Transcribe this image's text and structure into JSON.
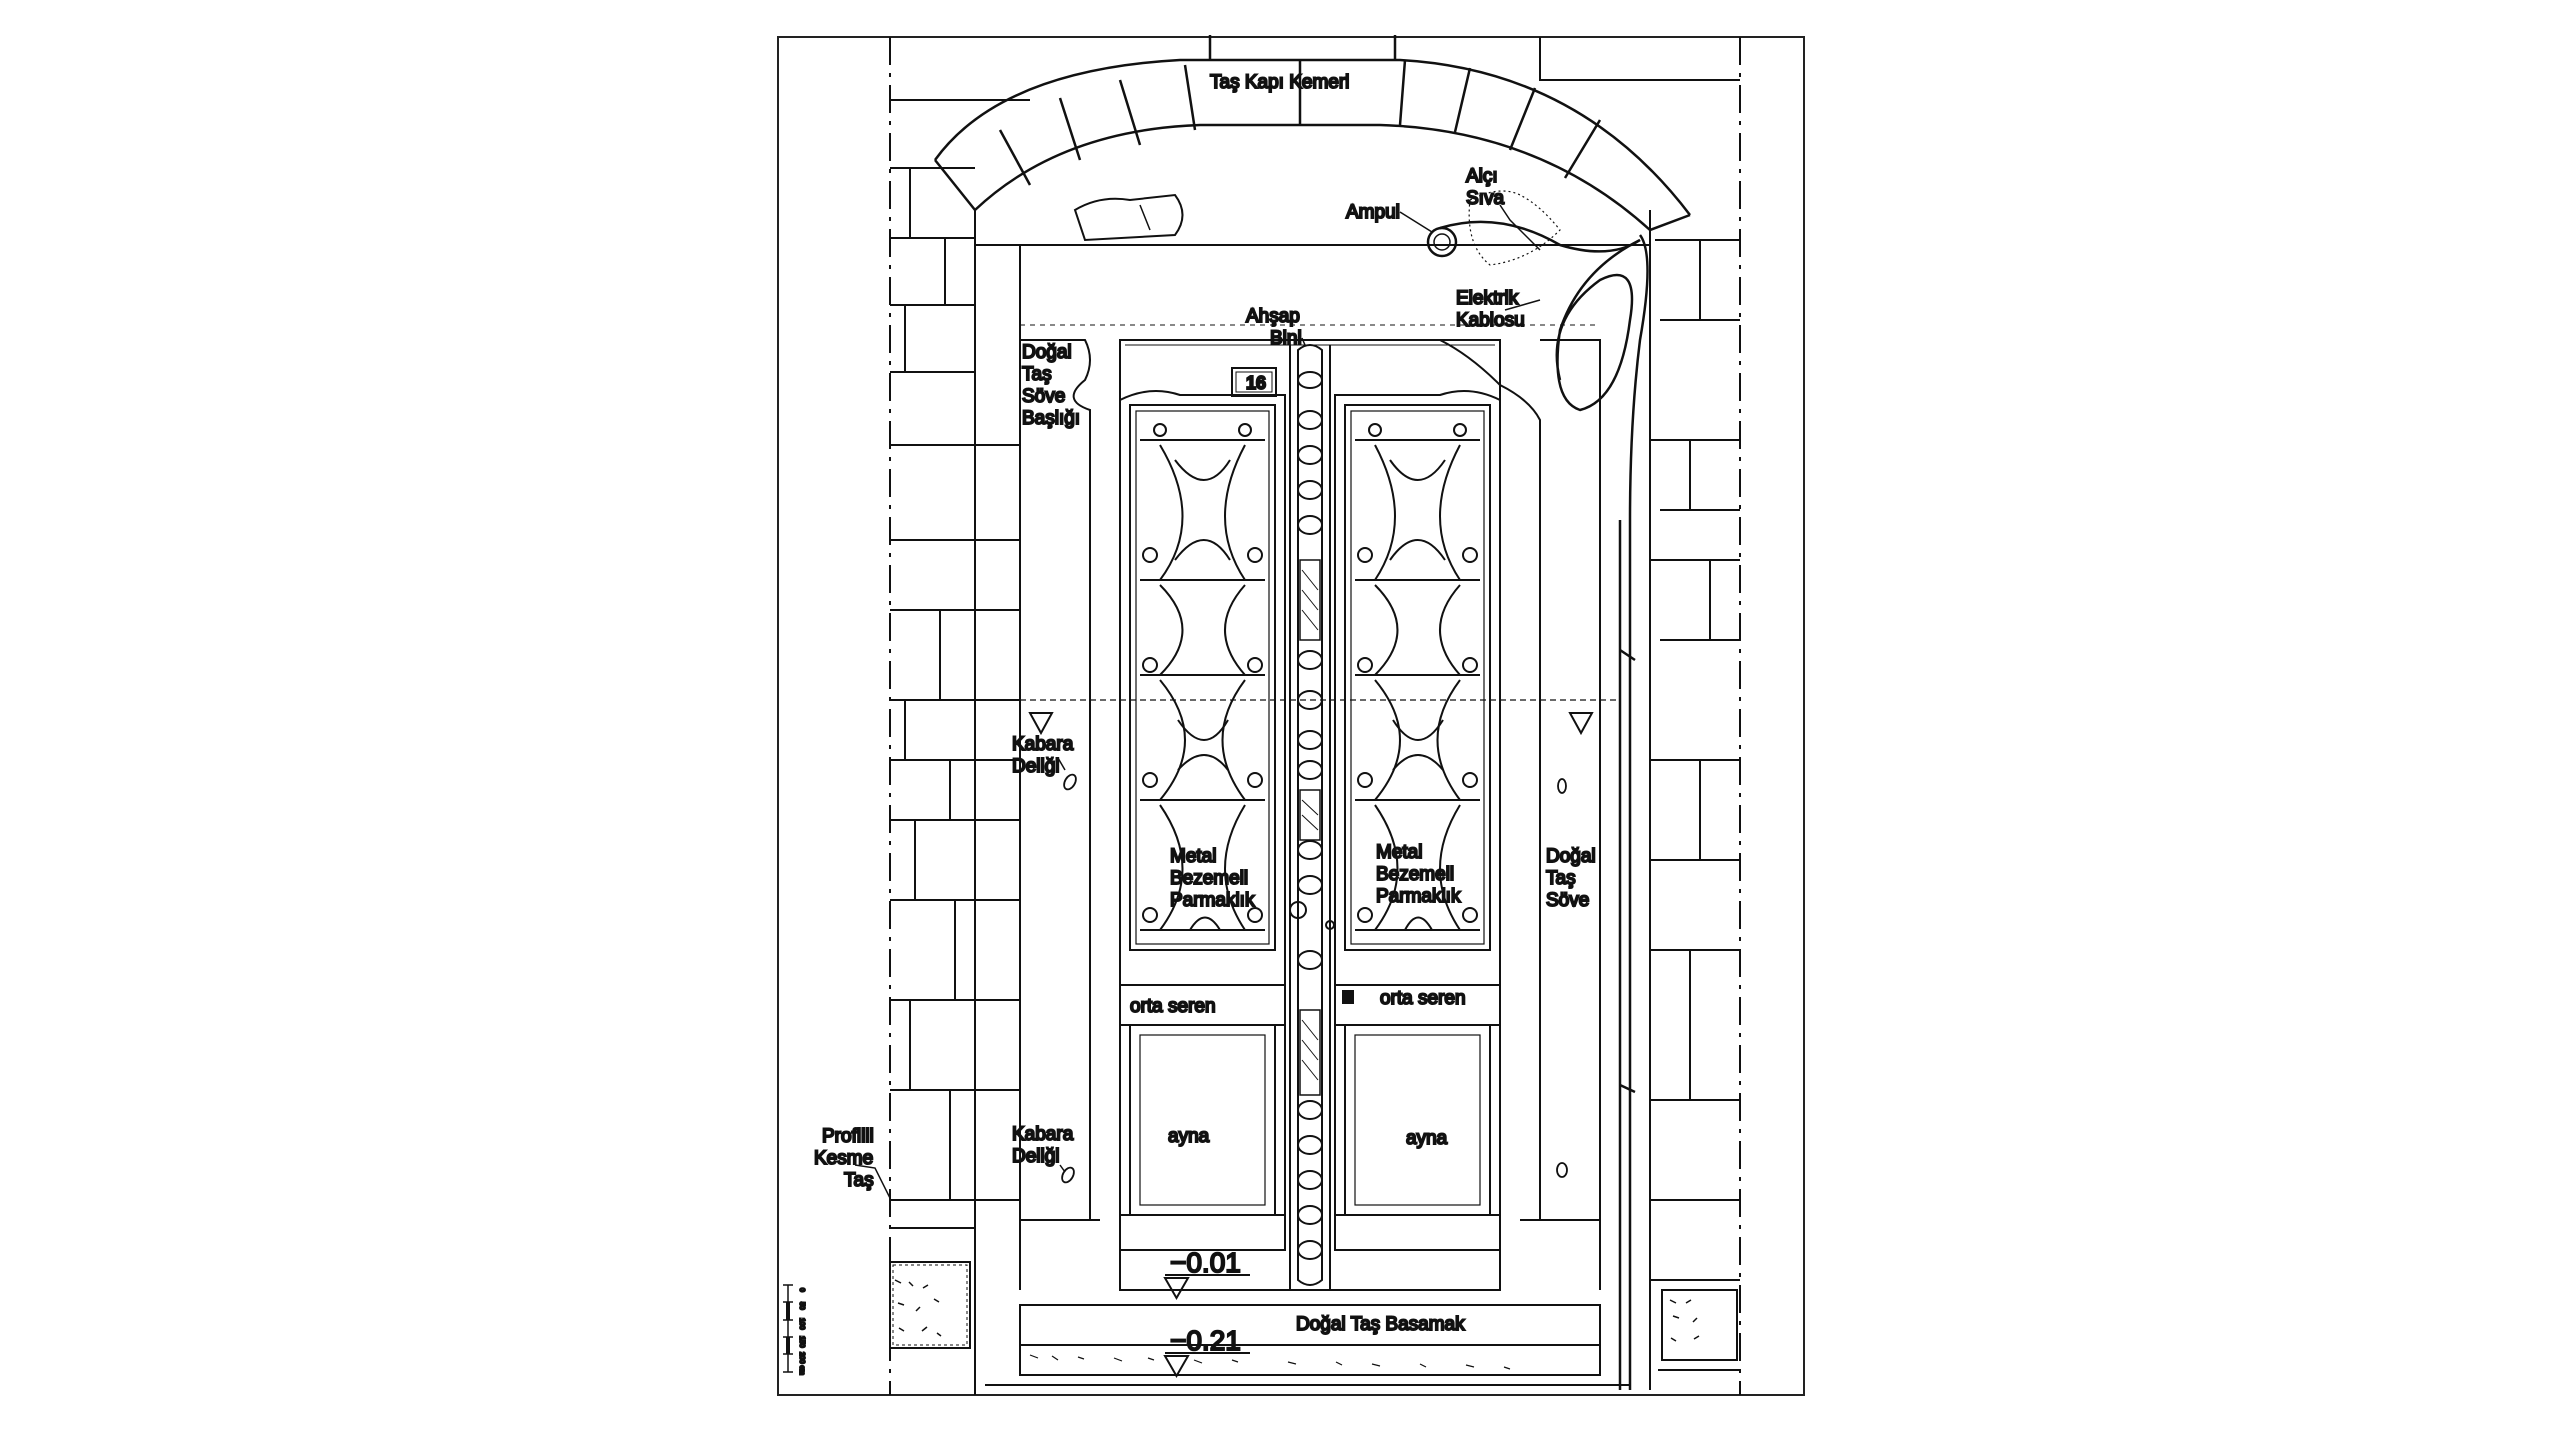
{
  "labels": {
    "arch": "Taş  Kapı Kemeri",
    "plaster_1": "Alçı",
    "plaster_2": "Sıva",
    "bulb": "Ampul",
    "cable_1": "Elektrik",
    "cable_2": "Kablosu",
    "astragal_1": "Ahşap",
    "astragal_2": "Bini",
    "jamb_cap_1": "Doğal",
    "jamb_cap_2": "Taş",
    "jamb_cap_3": "Söve",
    "jamb_cap_4": "Başlığı",
    "knocker_hole_upper_1": "Kabara",
    "knocker_hole_upper_2": "Deliği",
    "knocker_hole_lower_1": "Kabara",
    "knocker_hole_lower_2": "Deliği",
    "grille_left_1": "Metal",
    "grille_left_2": "Bezemeli",
    "grille_left_3": "Parmaklık",
    "grille_right_1": "Metal",
    "grille_right_2": "Bezemeli",
    "grille_right_3": "Parmaklık",
    "jamb_right_1": "Doğal",
    "jamb_right_2": "Taş",
    "jamb_right_3": "Söve",
    "rail_left": "orta seren",
    "rail_right": "orta seren",
    "panel_left": "ayna",
    "panel_right": "ayna",
    "profiled_stone_1": "Profilli",
    "profiled_stone_2": "Kesme",
    "profiled_stone_3": "Taş",
    "step": "Doğal Taş Basamak",
    "level_door": "−0.01",
    "level_step": "−0.21",
    "house_number": "16"
  },
  "scale_bar": {
    "ticks": [
      "0",
      "50",
      "100",
      "150",
      "200 cm"
    ]
  }
}
